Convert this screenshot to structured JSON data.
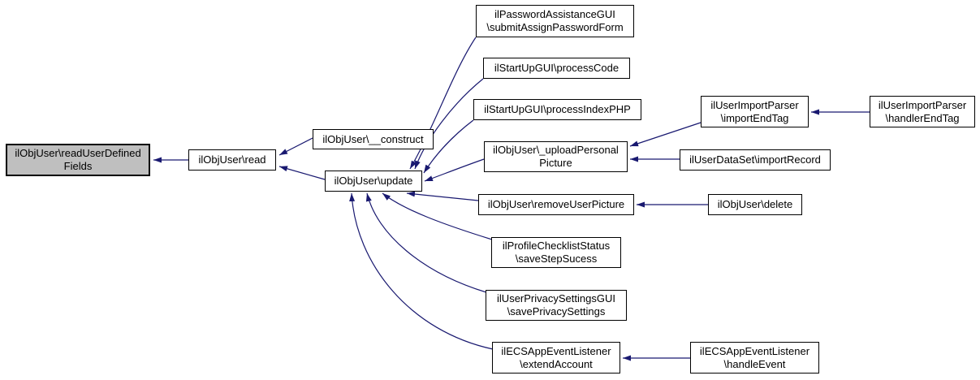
{
  "diagram": {
    "type": "call-graph",
    "colors": {
      "background": "#ffffff",
      "edge": "#191970",
      "node_border": "#000000",
      "node_fill": "#ffffff",
      "highlight_fill": "#bfbfbf",
      "text": "#000000"
    },
    "nodes": [
      {
        "id": "readUserDefinedFields",
        "label": "ilObjUser\\readUserDefined\nFields",
        "highlighted": true
      },
      {
        "id": "read",
        "label": "ilObjUser\\read",
        "highlighted": false
      },
      {
        "id": "construct",
        "label": "ilObjUser\\__construct",
        "highlighted": false
      },
      {
        "id": "update",
        "label": "ilObjUser\\update",
        "highlighted": false
      },
      {
        "id": "submitAssignPasswordForm",
        "label": "ilPasswordAssistanceGUI\n\\submitAssignPasswordForm",
        "highlighted": false
      },
      {
        "id": "processCode",
        "label": "ilStartUpGUI\\processCode",
        "highlighted": false
      },
      {
        "id": "processIndexPHP",
        "label": "ilStartUpGUI\\processIndexPHP",
        "highlighted": false
      },
      {
        "id": "uploadPersonalPicture",
        "label": "ilObjUser\\_uploadPersonal\nPicture",
        "highlighted": false
      },
      {
        "id": "importEndTag",
        "label": "ilUserImportParser\n\\importEndTag",
        "highlighted": false
      },
      {
        "id": "handlerEndTag",
        "label": "ilUserImportParser\n\\handlerEndTag",
        "highlighted": false
      },
      {
        "id": "importRecord",
        "label": "ilUserDataSet\\importRecord",
        "highlighted": false
      },
      {
        "id": "removeUserPicture",
        "label": "ilObjUser\\removeUserPicture",
        "highlighted": false
      },
      {
        "id": "delete",
        "label": "ilObjUser\\delete",
        "highlighted": false
      },
      {
        "id": "saveStepSucess",
        "label": "ilProfileChecklistStatus\n\\saveStepSucess",
        "highlighted": false
      },
      {
        "id": "savePrivacySettings",
        "label": "ilUserPrivacySettingsGUI\n\\savePrivacySettings",
        "highlighted": false
      },
      {
        "id": "extendAccount",
        "label": "ilECSAppEventListener\n\\extendAccount",
        "highlighted": false
      },
      {
        "id": "handleEvent",
        "label": "ilECSAppEventListener\n\\handleEvent",
        "highlighted": false
      }
    ],
    "edges": [
      {
        "from": "ilObjUser\\read",
        "to": "ilObjUser\\readUserDefinedFields"
      },
      {
        "from": "ilObjUser\\__construct",
        "to": "ilObjUser\\read"
      },
      {
        "from": "ilObjUser\\update",
        "to": "ilObjUser\\read"
      },
      {
        "from": "ilPasswordAssistanceGUI\\submitAssignPasswordForm",
        "to": "ilObjUser\\update"
      },
      {
        "from": "ilStartUpGUI\\processCode",
        "to": "ilObjUser\\update"
      },
      {
        "from": "ilStartUpGUI\\processIndexPHP",
        "to": "ilObjUser\\update"
      },
      {
        "from": "ilObjUser\\_uploadPersonalPicture",
        "to": "ilObjUser\\update"
      },
      {
        "from": "ilObjUser\\removeUserPicture",
        "to": "ilObjUser\\update"
      },
      {
        "from": "ilProfileChecklistStatus\\saveStepSucess",
        "to": "ilObjUser\\update"
      },
      {
        "from": "ilUserPrivacySettingsGUI\\savePrivacySettings",
        "to": "ilObjUser\\update"
      },
      {
        "from": "ilECSAppEventListener\\extendAccount",
        "to": "ilObjUser\\update"
      },
      {
        "from": "ilUserImportParser\\importEndTag",
        "to": "ilObjUser\\_uploadPersonalPicture"
      },
      {
        "from": "ilUserDataSet\\importRecord",
        "to": "ilObjUser\\_uploadPersonalPicture"
      },
      {
        "from": "ilUserImportParser\\handlerEndTag",
        "to": "ilUserImportParser\\importEndTag"
      },
      {
        "from": "ilObjUser\\delete",
        "to": "ilObjUser\\removeUserPicture"
      },
      {
        "from": "ilECSAppEventListener\\handleEvent",
        "to": "ilECSAppEventListener\\extendAccount"
      }
    ]
  }
}
